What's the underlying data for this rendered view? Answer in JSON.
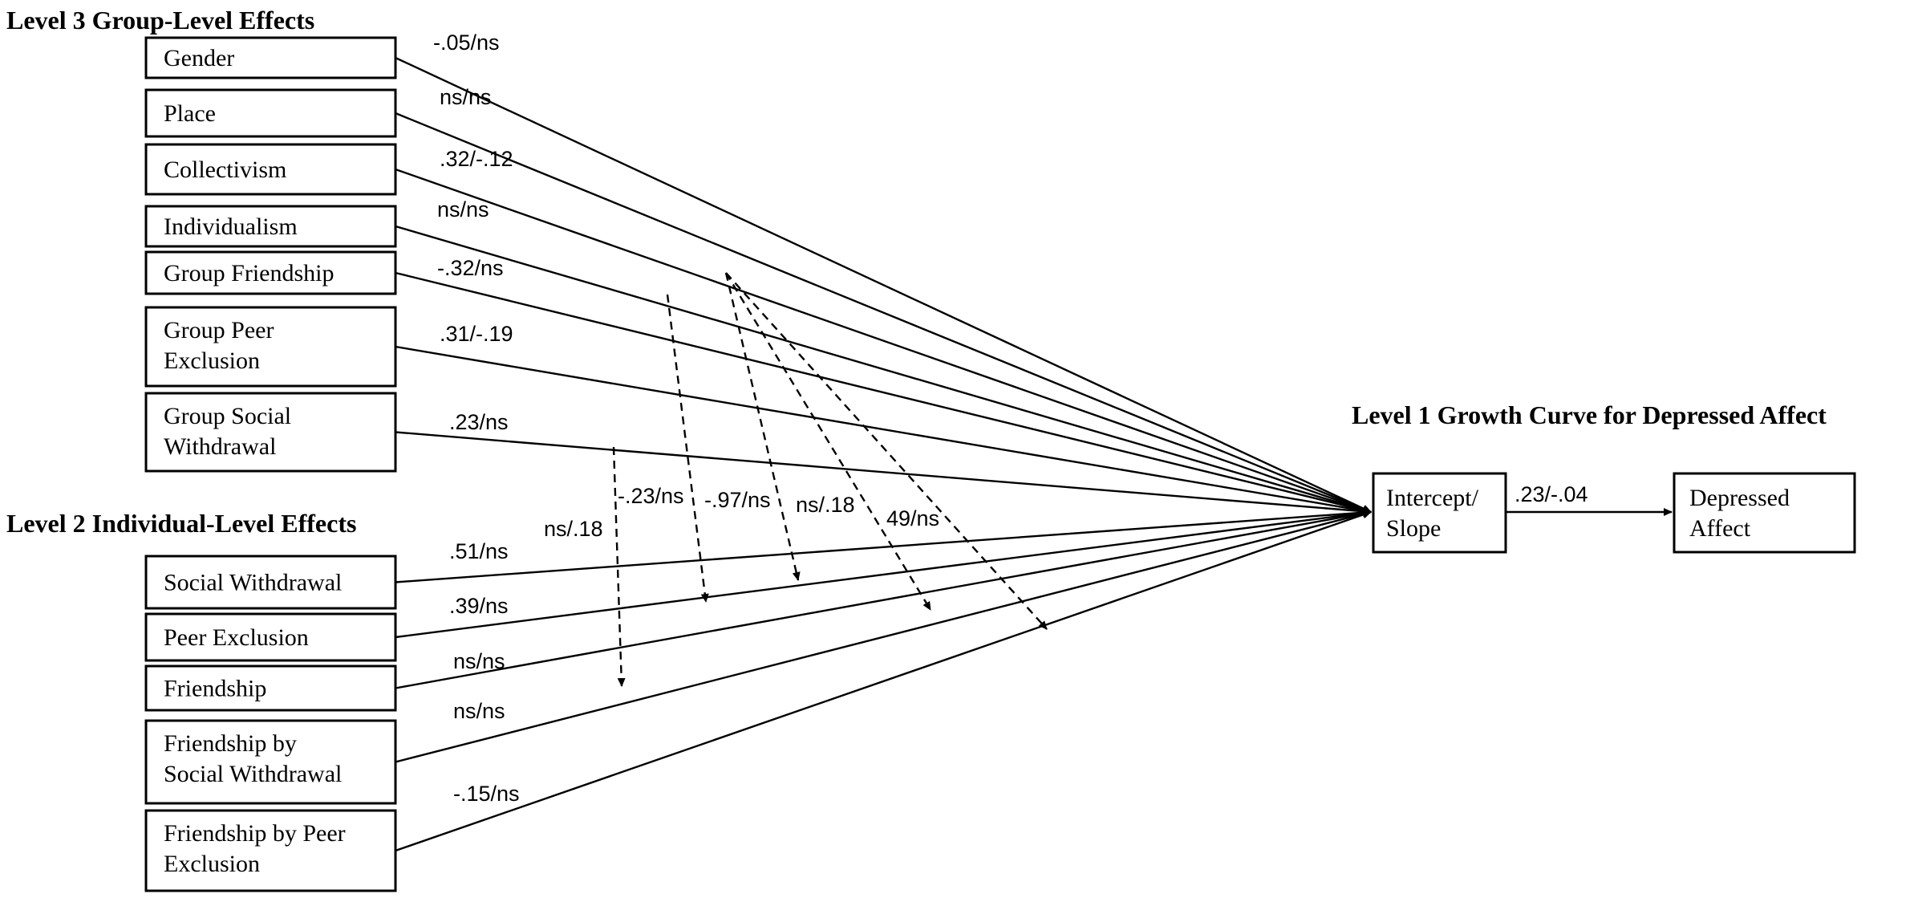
{
  "headings": {
    "level3": "Level 3 Group-Level Effects",
    "level2": "Level 2 Individual-Level Effects",
    "level1": "Level 1 Growth Curve for Depressed Affect"
  },
  "level3_predictors": [
    {
      "lines": [
        "Gender"
      ],
      "coef": "-.05/ns"
    },
    {
      "lines": [
        "Place"
      ],
      "coef": "ns/ns"
    },
    {
      "lines": [
        "Collectivism"
      ],
      "coef": ".32/-.12"
    },
    {
      "lines": [
        "Individualism"
      ],
      "coef": "ns/ns"
    },
    {
      "lines": [
        "Group Friendship"
      ],
      "coef": "-.32/ns"
    },
    {
      "lines": [
        "Group Peer",
        "Exclusion"
      ],
      "coef": ".31/-.19"
    },
    {
      "lines": [
        "Group Social",
        "Withdrawal"
      ],
      "coef": ".23/ns"
    }
  ],
  "level2_predictors": [
    {
      "lines": [
        "Social Withdrawal"
      ],
      "coef": ".51/ns"
    },
    {
      "lines": [
        "Peer Exclusion"
      ],
      "coef": ".39/ns"
    },
    {
      "lines": [
        "Friendship"
      ],
      "coef": "ns/ns"
    },
    {
      "lines": [
        "Friendship by",
        "Social Withdrawal"
      ],
      "coef": "ns/ns"
    },
    {
      "lines": [
        "Friendship by Peer",
        "Exclusion"
      ],
      "coef": "-.15/ns"
    }
  ],
  "cross_level_interactions": [
    {
      "label": "ns/.18"
    },
    {
      "label": "-.23/ns"
    },
    {
      "label": "-.97/ns"
    },
    {
      "label": "ns/.18"
    },
    {
      "label": "49/ns"
    }
  ],
  "outcome": {
    "intercept_slope": [
      "Intercept/",
      "Slope"
    ],
    "depressed_affect": [
      "Depressed",
      "Affect"
    ],
    "path_coef": ".23/-.04"
  }
}
